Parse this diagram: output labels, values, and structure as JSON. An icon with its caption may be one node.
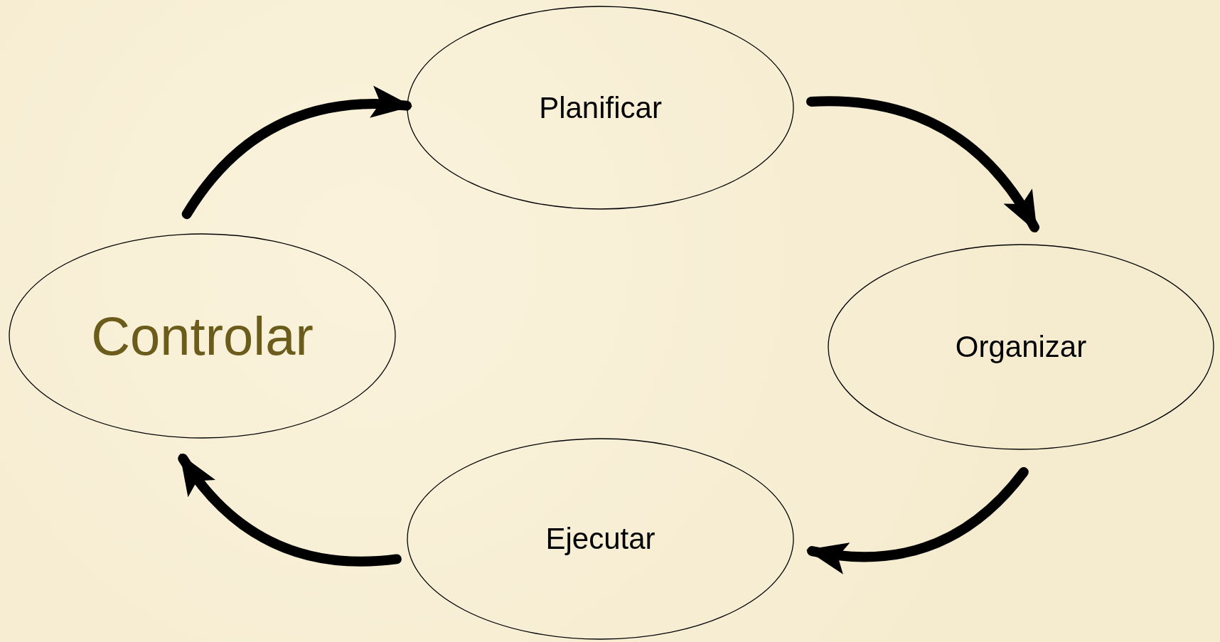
{
  "diagram": {
    "nodes": [
      {
        "text": [
          "Planificar"
        ]
      },
      {
        "text": [
          "Organizar"
        ]
      },
      {
        "text": [
          "Ejecutar"
        ]
      },
      {
        "text": [
          "Controlar"
        ]
      }
    ],
    "edges": [
      {
        "from": 3,
        "to": 0,
        "arrow": "to"
      },
      {
        "from": 0,
        "to": 1,
        "arrow": "to"
      },
      {
        "from": 1,
        "to": 2,
        "arrow": "to"
      },
      {
        "from": 2,
        "to": 3,
        "arrow": "to"
      }
    ]
  }
}
